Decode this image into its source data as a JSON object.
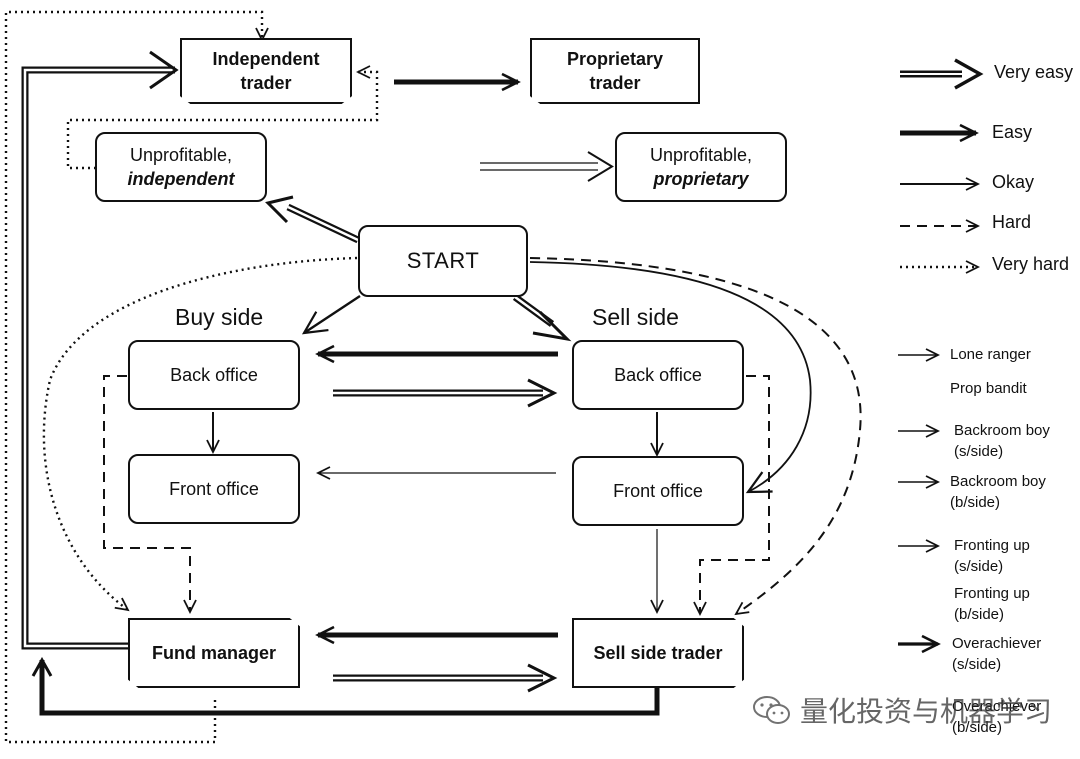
{
  "boxes": {
    "independent_trader": [
      "Independent",
      "trader"
    ],
    "proprietary_trader": [
      "Proprietary",
      "trader"
    ],
    "unprofitable_independent": [
      "Unprofitable,",
      "independent"
    ],
    "unprofitable_proprietary": [
      "Unprofitable,",
      "proprietary"
    ],
    "start": "START",
    "buy_back_office": "Back office",
    "buy_front_office": "Front office",
    "sell_back_office": "Back office",
    "sell_front_office": "Front office",
    "fund_manager": "Fund manager",
    "sell_side_trader": "Sell side trader"
  },
  "side_labels": {
    "buy": "Buy side",
    "sell": "Sell side"
  },
  "legend": [
    {
      "label": "Very easy",
      "style": "very-easy"
    },
    {
      "label": "Easy",
      "style": "easy"
    },
    {
      "label": "Okay",
      "style": "okay"
    },
    {
      "label": "Hard",
      "style": "hard"
    },
    {
      "label": "Very hard",
      "style": "very-hard"
    }
  ],
  "paths": [
    {
      "lines": [
        "Lone ranger"
      ],
      "arrow": "thin"
    },
    {
      "lines": [
        "Prop bandit"
      ],
      "arrow": "none"
    },
    {
      "lines": [
        "Backroom boy",
        "(s/side)"
      ],
      "arrow": "thin"
    },
    {
      "lines": [
        "Backroom boy",
        "(b/side)"
      ],
      "arrow": "thin"
    },
    {
      "lines": [
        "Fronting up",
        "(s/side)"
      ],
      "arrow": "thin"
    },
    {
      "lines": [
        "Fronting up",
        "(b/side)"
      ],
      "arrow": "none"
    },
    {
      "lines": [
        "Overachiever",
        "(s/side)"
      ],
      "arrow": "bold"
    },
    {
      "lines": [
        "Overachiever",
        "(b/side)"
      ],
      "arrow": "none"
    }
  ],
  "watermark": "量化投资与机器学习",
  "colors": {
    "ink": "#111111",
    "background": "#ffffff"
  }
}
